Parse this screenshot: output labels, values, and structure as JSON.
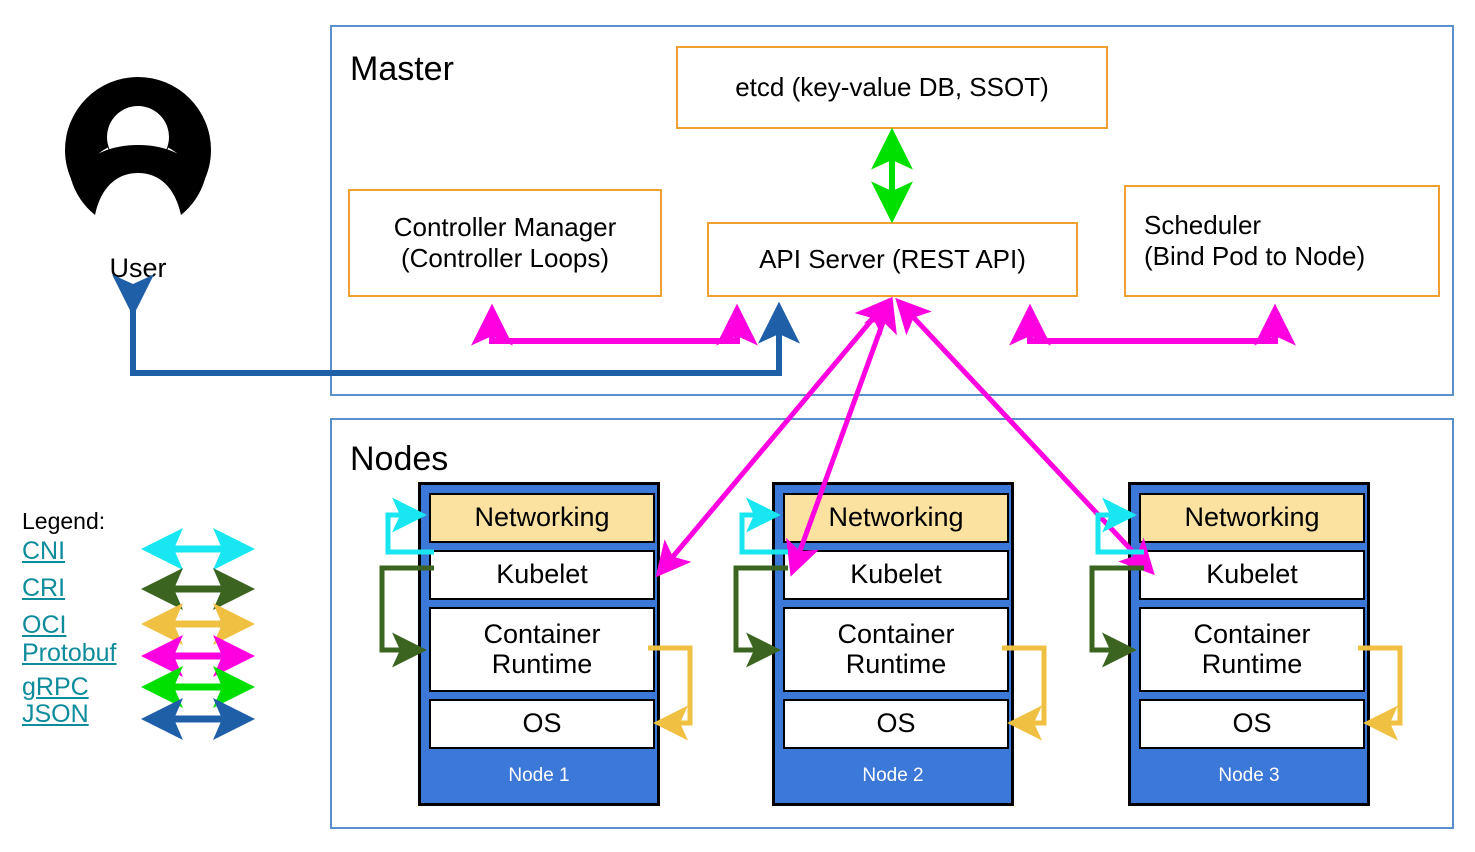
{
  "diagram": {
    "title_master": "Master",
    "title_nodes": "Nodes"
  },
  "user": {
    "caption": "User",
    "icon": "user-avatar-icon"
  },
  "master": {
    "label": "Master",
    "components": [
      {
        "id": "etcd",
        "text": "etcd (key-value DB, SSOT)"
      },
      {
        "id": "controller-manager",
        "text": "Controller Manager\n(Controller Loops)"
      },
      {
        "id": "api-server",
        "text": "API Server (REST API)"
      },
      {
        "id": "scheduler",
        "text": "Scheduler\n(Bind Pod to Node)"
      }
    ],
    "etcd_text": "etcd (key-value DB, SSOT)",
    "controller_manager_line1": "Controller Manager",
    "controller_manager_line2": "(Controller Loops)",
    "api_server_text": "API Server (REST API)",
    "scheduler_line1": "Scheduler",
    "scheduler_line2": "(Bind Pod to Node)"
  },
  "nodes": {
    "label": "Nodes",
    "layer_names": {
      "networking": "Networking",
      "kubelet": "Kubelet",
      "container_runtime_line1": "Container",
      "container_runtime_line2": "Runtime",
      "os": "OS"
    },
    "list": [
      {
        "name": "Node 1"
      },
      {
        "name": "Node 2"
      },
      {
        "name": "Node 3"
      }
    ]
  },
  "legend": {
    "title": "Legend:",
    "items": [
      {
        "label": "CNI",
        "color": "#18E6F0"
      },
      {
        "label": "CRI",
        "color": "#3A6420"
      },
      {
        "label": "OCI",
        "color": "#F0C043"
      },
      {
        "label": "Protobuf",
        "color": "#FF00E0"
      },
      {
        "label": "gRPC",
        "color": "#00E000"
      },
      {
        "label": "JSON",
        "color": "#1F5FA8"
      }
    ]
  },
  "colors": {
    "group_border": "#5B8FCB",
    "master_box_border": "#F0A030",
    "node_blue": "#3C78D8",
    "networking_fill": "#FBE2A0",
    "link_teal": "#0E8C9C",
    "cni": "#18E6F0",
    "cri": "#3A6420",
    "oci": "#F0C043",
    "protobuf": "#FF00E0",
    "grpc": "#00E000",
    "json": "#1F5FA8"
  }
}
